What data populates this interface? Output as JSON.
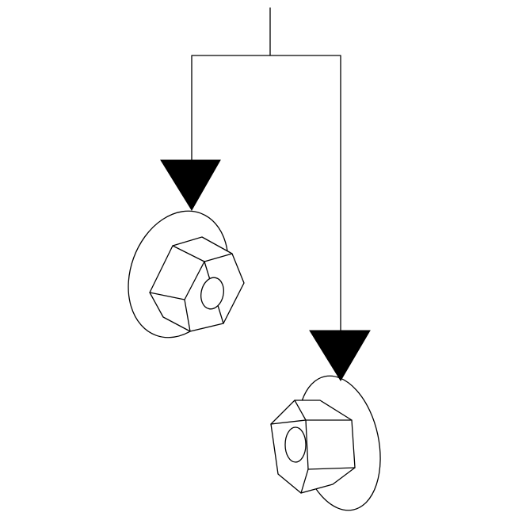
{
  "diagram": {
    "type": "exploded-parts-callout",
    "callouts": [
      {
        "part": "flange-nut",
        "arrow_style": "filled-triangle"
      },
      {
        "part": "flange-nut",
        "arrow_style": "filled-triangle"
      }
    ],
    "colors": {
      "line": "#000000",
      "background": "#ffffff"
    }
  }
}
